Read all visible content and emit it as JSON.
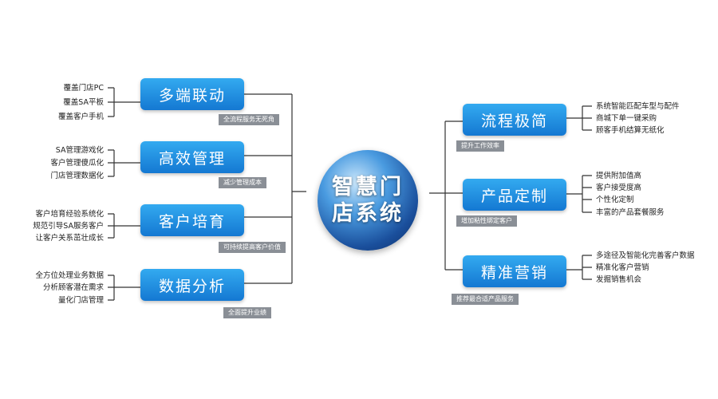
{
  "center": {
    "line1": "智慧门",
    "line2": "店系统"
  },
  "left_branches": [
    {
      "title": "多端联动",
      "tag": "全流程服务无死角",
      "items": [
        "覆盖门店PC",
        "覆盖SA平板",
        "覆盖客户手机"
      ]
    },
    {
      "title": "高效管理",
      "tag": "减少管理成本",
      "items": [
        "SA管理游戏化",
        "客户管理傻瓜化",
        "门店管理数据化"
      ]
    },
    {
      "title": "客户培育",
      "tag": "可持续提高客户价值",
      "items": [
        "客户培育经验系统化",
        "规范引导SA服务客户",
        "让客户关系茁壮成长"
      ]
    },
    {
      "title": "数据分析",
      "tag": "全面提升业绩",
      "items": [
        "全方位处理业务数据",
        "分析顾客潜在需求",
        "量化门店管理"
      ]
    }
  ],
  "right_branches": [
    {
      "title": "流程极简",
      "tag": "提升工作效率",
      "items": [
        "系统智能匹配车型与配件",
        "商城下单一键采购",
        "顾客手机结算无纸化"
      ]
    },
    {
      "title": "产品定制",
      "tag": "增加粘性绑定客户",
      "items": [
        "提供附加值高",
        "客户接受度高",
        "个性化定制",
        "丰富的产品套餐服务"
      ]
    },
    {
      "title": "精准营销",
      "tag": "推荐最合适产品服务",
      "items": [
        "多途径及智能化完善客户数据",
        "精准化客户营销",
        "发掘销售机会"
      ]
    }
  ],
  "colors": {
    "box": "#1f8ee0",
    "tag": "#8a8f96",
    "line": "#333333"
  }
}
